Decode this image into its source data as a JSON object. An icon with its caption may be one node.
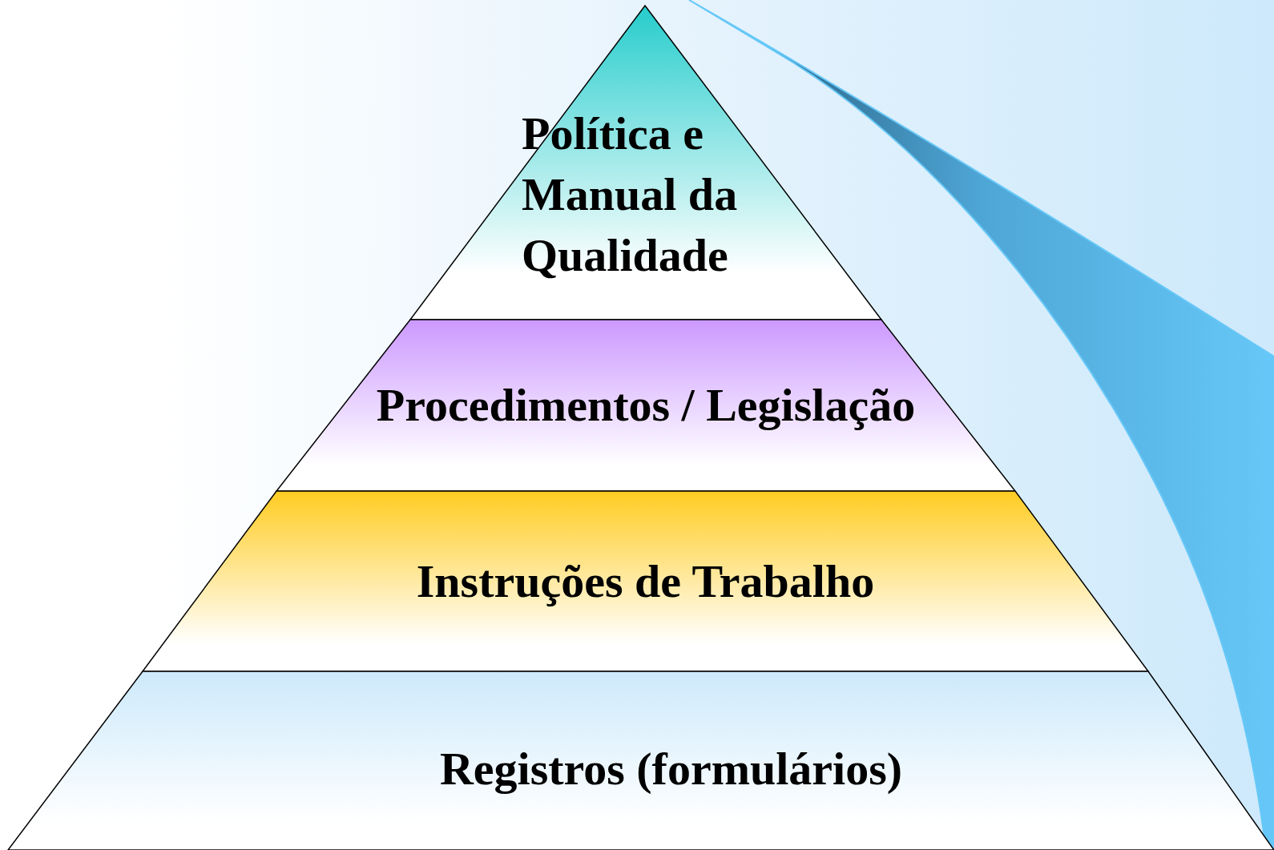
{
  "diagram": {
    "nodes": [
      {
        "text": [
          "Política e Manual da Qualidade"
        ]
      },
      {
        "text": [
          "Procedimentos  / Legislação"
        ]
      },
      {
        "text": [
          "Instruções de Trabalho"
        ]
      },
      {
        "text": [
          "Registros (formulários)"
        ]
      }
    ]
  }
}
